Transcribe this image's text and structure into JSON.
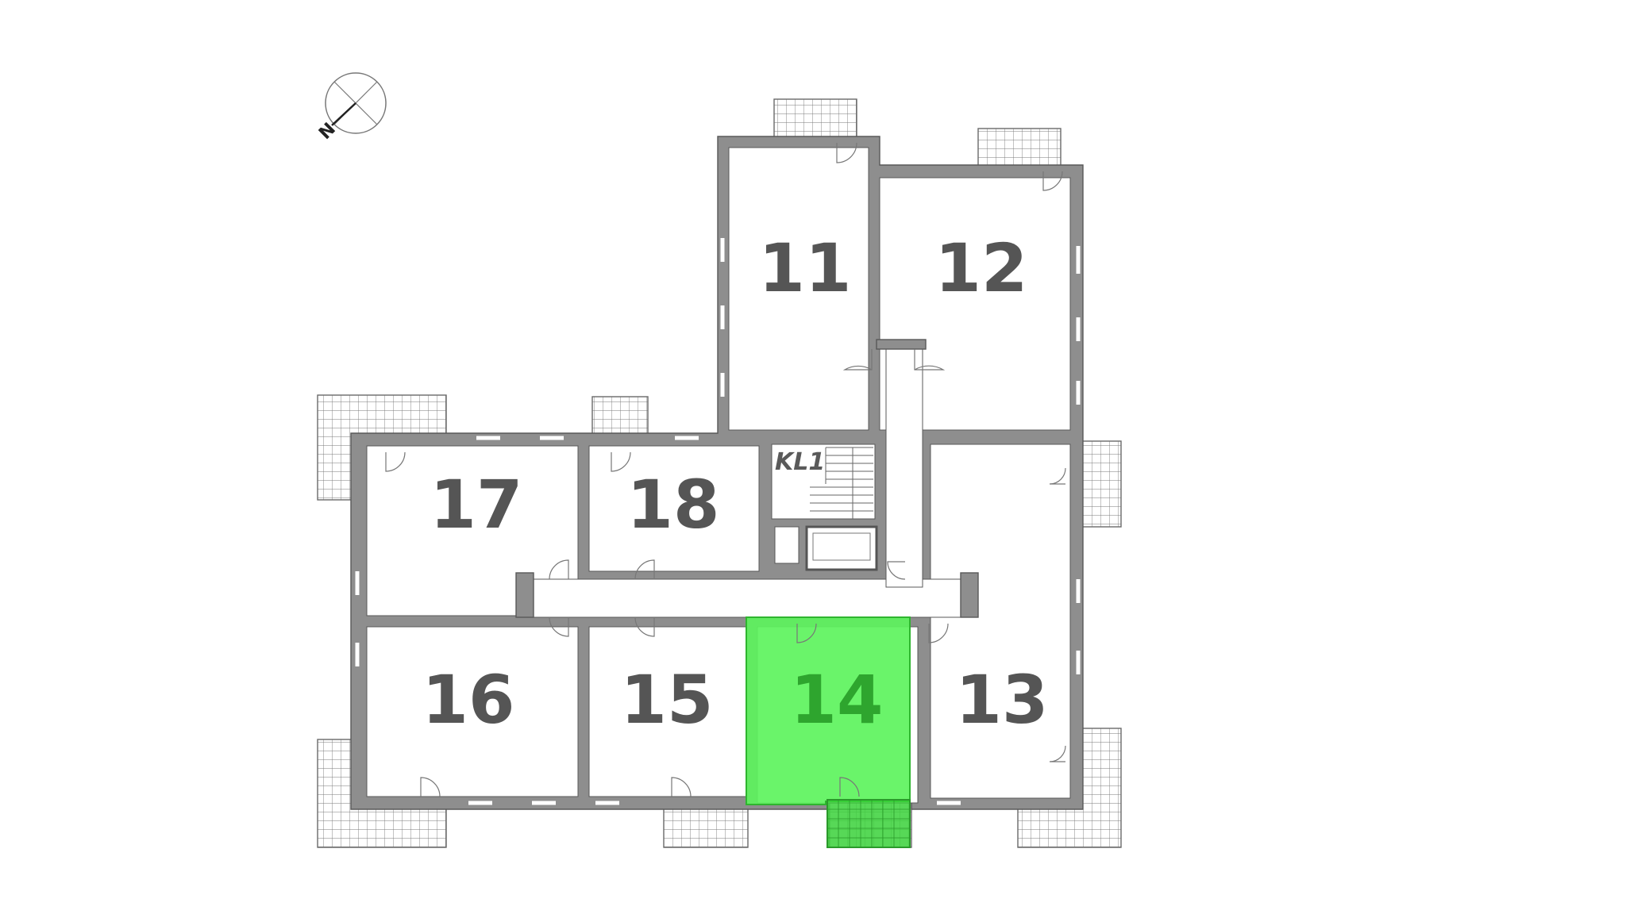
{
  "compass": {
    "letter": "N"
  },
  "stair": {
    "label": "KL1"
  },
  "rooms": [
    {
      "id": "11",
      "label": "11",
      "selected": false
    },
    {
      "id": "12",
      "label": "12",
      "selected": false
    },
    {
      "id": "13",
      "label": "13",
      "selected": false
    },
    {
      "id": "14",
      "label": "14",
      "selected": true
    },
    {
      "id": "15",
      "label": "15",
      "selected": false
    },
    {
      "id": "16",
      "label": "16",
      "selected": false
    },
    {
      "id": "17",
      "label": "17",
      "selected": false
    },
    {
      "id": "18",
      "label": "18",
      "selected": false
    }
  ],
  "colors": {
    "highlight": "#5df35d",
    "highlight_text": "#2ea52e",
    "wall": "#8e8e8e",
    "label": "#555555"
  }
}
